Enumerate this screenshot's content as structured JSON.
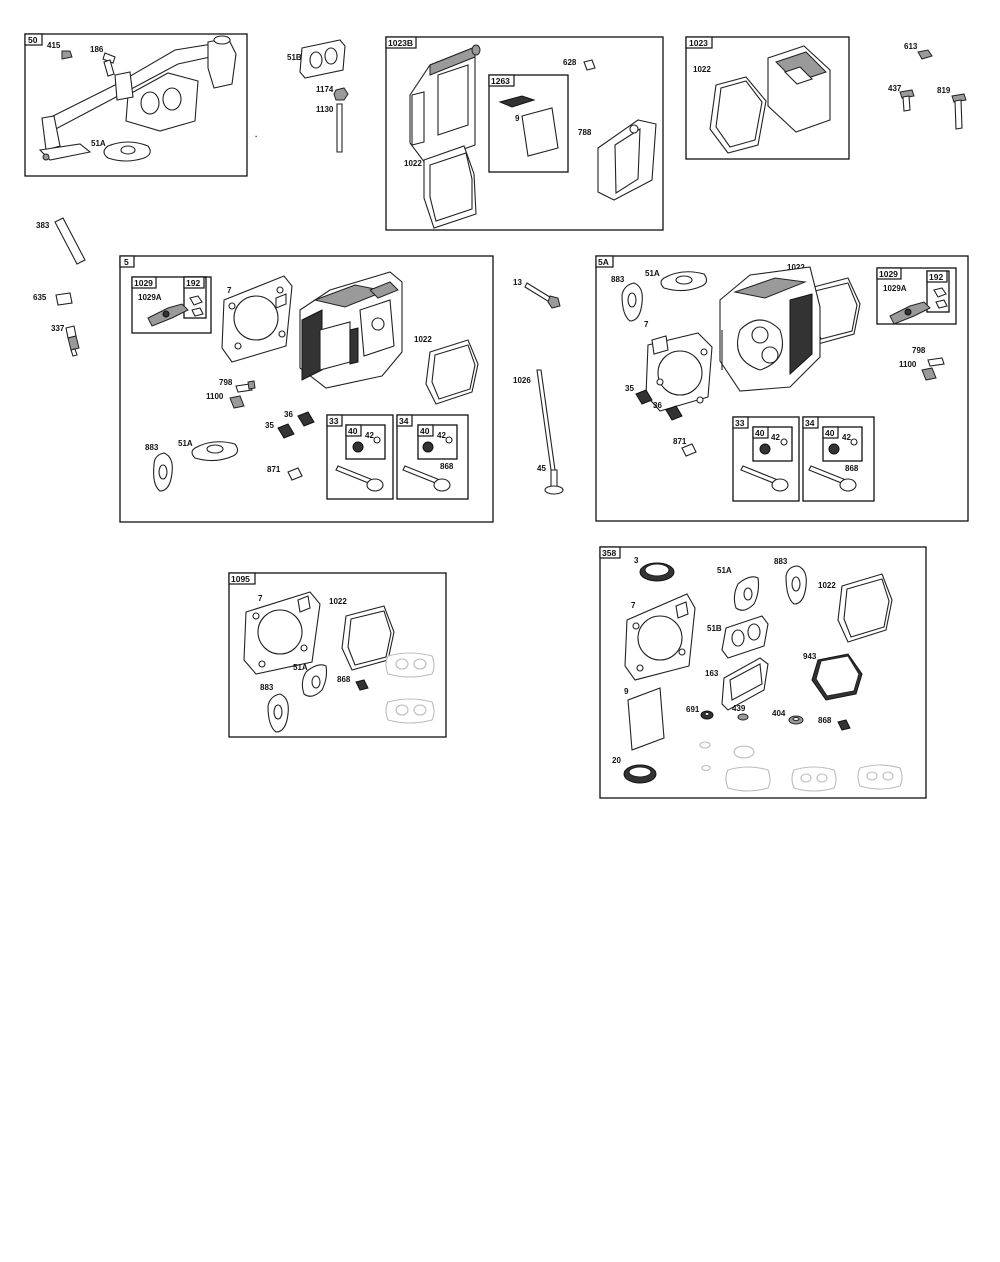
{
  "boxes": {
    "b50": "50",
    "b1023b": "1023B",
    "b1263": "1263",
    "b1023": "1023",
    "b5": "5",
    "b1029_left": "1029",
    "b192_left": "192",
    "b33_left": "33",
    "b40_left_a": "40",
    "b34_left": "34",
    "b40_left_b": "40",
    "b5a": "5A",
    "b1029_right": "1029",
    "b192_right": "192",
    "b33_right": "33",
    "b40_right_a": "40",
    "b34_right": "34",
    "b40_right_b": "40",
    "b1095": "1095",
    "b358": "358"
  },
  "labels": {
    "p415": "415",
    "p186": "186",
    "p51a_a": "51A",
    "p51b_a": "51B",
    "p1174": "1174",
    "p1130": "1130",
    "p628": "628",
    "p9_a": "9",
    "p1022_a": "1022",
    "p788": "788",
    "p1022_b": "1022",
    "p613": "613",
    "p437": "437",
    "p819": "819",
    "p383": "383",
    "p635": "635",
    "p337": "337",
    "p1029a_a": "1029A",
    "p7_a": "7",
    "p1022_c": "1022",
    "p798_a": "798",
    "p1100_a": "1100",
    "p36_a": "36",
    "p35_a": "35",
    "p883_a": "883",
    "p51a_b": "51A",
    "p871_a": "871",
    "p42_a": "42",
    "p42_b": "42",
    "p868_a": "868",
    "p13": "13",
    "p1026": "1026",
    "p45": "45",
    "p883_b": "883",
    "p51a_c": "51A",
    "p1022_d": "1022",
    "p1029a_b": "1029A",
    "p7_b": "7",
    "p798_b": "798",
    "p1100_b": "1100",
    "p35_b": "35",
    "p36_b": "36",
    "p871_b": "871",
    "p42_c": "42",
    "p42_d": "42",
    "p868_b": "868",
    "p7_c": "7",
    "p1022_e": "1022",
    "p51a_d": "51A",
    "p883_c": "883",
    "p868_c": "868",
    "p3": "3",
    "p51a_e": "51A",
    "p883_d": "883",
    "p1022_f": "1022",
    "p7_d": "7",
    "p51b_b": "51B",
    "p943": "943",
    "p163": "163",
    "p9_b": "9",
    "p691": "691",
    "p439": "439",
    "p404": "404",
    "p868_d": "868",
    "p20": "20"
  }
}
